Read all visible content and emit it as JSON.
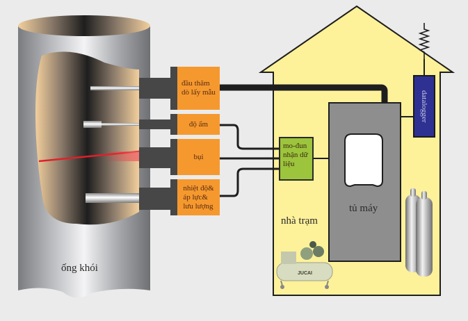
{
  "title": "Air emission monitoring system schematic",
  "chimney": {
    "label": "ống khói"
  },
  "sensors": [
    {
      "id": "sampling-probe",
      "label_lines": [
        "đầu thăm",
        "dò lấy mẫu"
      ]
    },
    {
      "id": "humidity",
      "label_lines": [
        "độ ẩm"
      ]
    },
    {
      "id": "dust",
      "label_lines": [
        "bụi"
      ]
    },
    {
      "id": "temp-pressure-flow",
      "label_lines": [
        "nhiệt độ&",
        "áp lực&",
        "lưu lượng"
      ]
    }
  ],
  "data_module": {
    "label_lines": [
      "mo-đun",
      "nhận dữ",
      "liệu"
    ]
  },
  "station": {
    "label": "nhà trạm"
  },
  "cabinet": {
    "label": "tủ máy"
  },
  "datalogger": {
    "label": "datalogger"
  },
  "compressor": {
    "brand": "JUCAI"
  },
  "colors": {
    "background": "#ebebeb",
    "sensor_box": "#f5992f",
    "module_box": "#9cc43c",
    "datalogger": "#2e3192",
    "house": "#fdf19a",
    "cabinet": "#8e8e8e",
    "laser": "#e0202a",
    "cable": "#1e1e1e"
  }
}
